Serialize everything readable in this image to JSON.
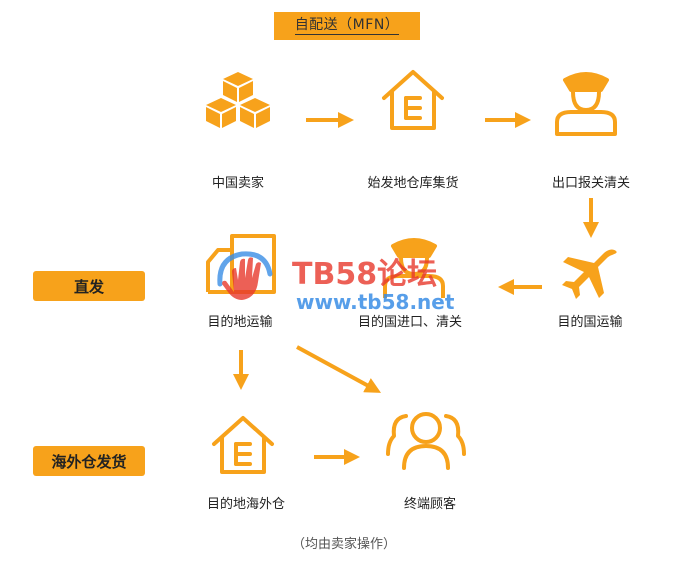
{
  "title": "自配送（MFN）",
  "nodes": {
    "seller": "中国卖家",
    "origin_warehouse": "始发地仓库集货",
    "export_customs": "出口报关清关",
    "dest_transport": "目的地运输",
    "import_customs": "目的国进口、清关",
    "intl_transport": "目的国运输",
    "overseas_warehouse": "目的地海外仓",
    "end_customer": "终端顾客"
  },
  "side_labels": {
    "direct": "直发",
    "overseas": "海外仓发货"
  },
  "footnote": "（均由卖家操作）",
  "watermark": {
    "brand": "TB58论坛",
    "url": "www.tb58.net"
  },
  "colors": {
    "accent": "#f7a21b",
    "watermark_red": "#e8392c",
    "watermark_blue": "#3a8ee6"
  }
}
